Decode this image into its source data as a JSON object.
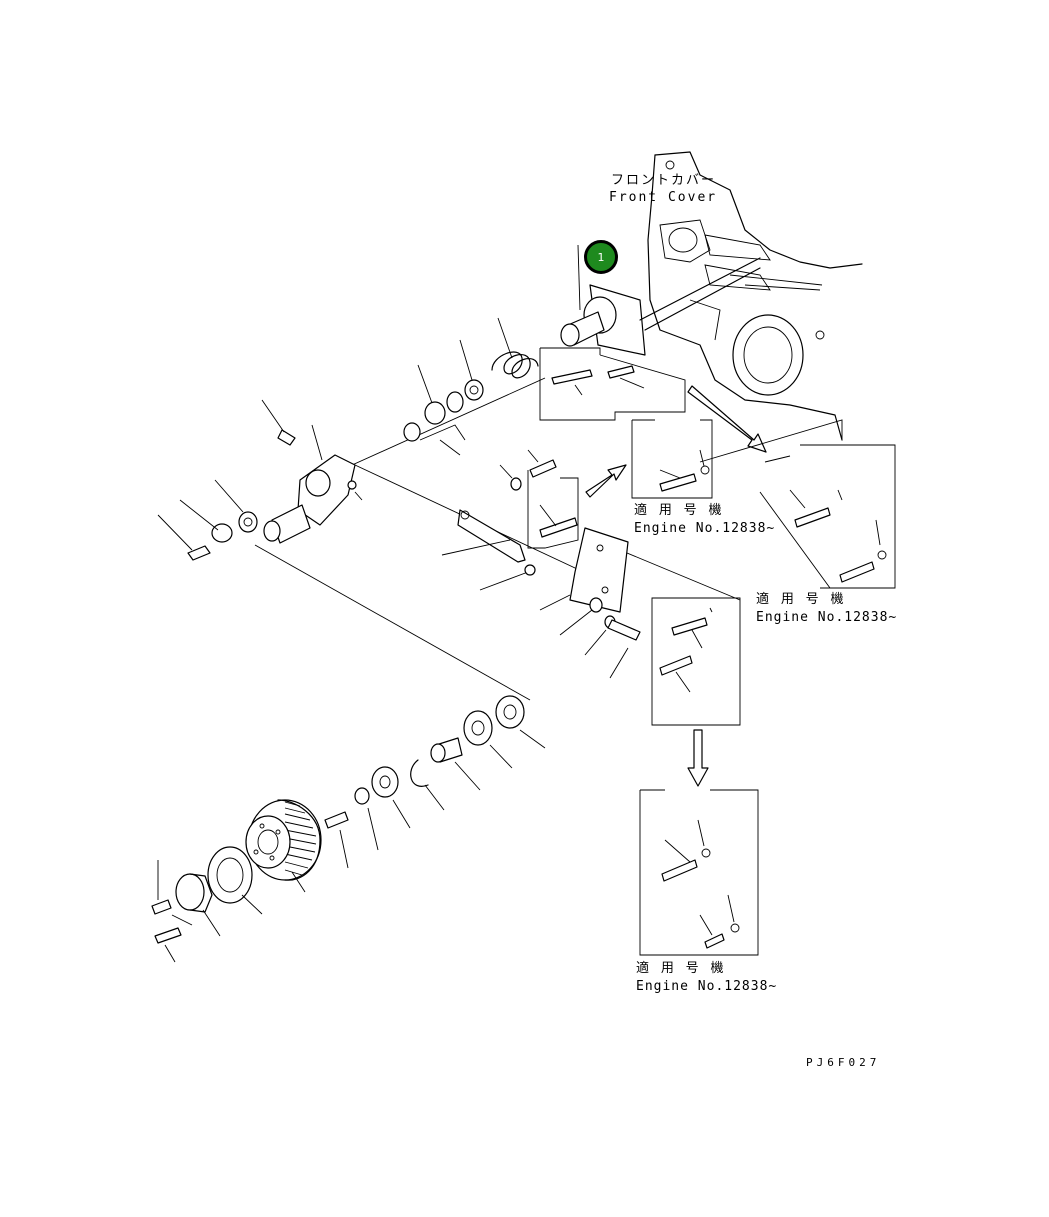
{
  "front_cover": {
    "label_jp": "フロントカバー",
    "label_en": "Front Cover"
  },
  "callout_badge": {
    "number": "1",
    "color": "#1e8a1e"
  },
  "applicability_labels": [
    {
      "jp": "適 用 号 機",
      "en": "Engine No.12838~"
    },
    {
      "jp": "適 用 号 機",
      "en": "Engine No.12838~"
    },
    {
      "jp": "適 用 号 機",
      "en": "Engine No.12838~"
    }
  ],
  "drawing_code": "PJ6F027"
}
